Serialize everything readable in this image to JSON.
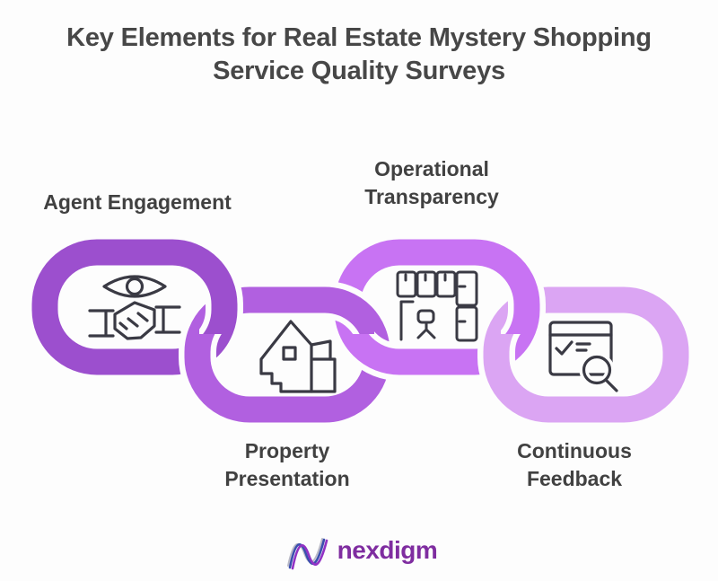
{
  "title": {
    "line1": "Key Elements for Real Estate Mystery Shopping",
    "line2": "Service Quality Surveys"
  },
  "chain": {
    "links": [
      {
        "label": "Agent Engagement",
        "line1": "Agent Engagement",
        "icon": "eye-handshake-icon",
        "color": "#9c4fce",
        "label_position": "top"
      },
      {
        "label": "Property Presentation",
        "line1": "Property",
        "line2": "Presentation",
        "icon": "house-icon",
        "color": "#b160e0",
        "label_position": "bottom"
      },
      {
        "label": "Operational Transparency",
        "line1": "Operational",
        "line2": "Transparency",
        "icon": "office-floor-plan-icon",
        "color": "#c873f3",
        "label_position": "top"
      },
      {
        "label": "Continuous Feedback",
        "line1": "Continuous",
        "line2": "Feedback",
        "icon": "feedback-review-icon",
        "color": "#dba5f3",
        "label_position": "bottom"
      }
    ]
  },
  "logo": {
    "wordmark": "nexdigm",
    "mark": "nexdigm-n-mark"
  },
  "colors": {
    "background": "#fdfdfd",
    "title_text": "#474747",
    "label_text": "#414141",
    "icon_stroke": "#3a3a44",
    "logo_text": "#7f2da0",
    "logo_mark_blue": "#3b4fae",
    "logo_mark_purple": "#9232c4",
    "logo_mark_gray": "#b9b9c6"
  }
}
